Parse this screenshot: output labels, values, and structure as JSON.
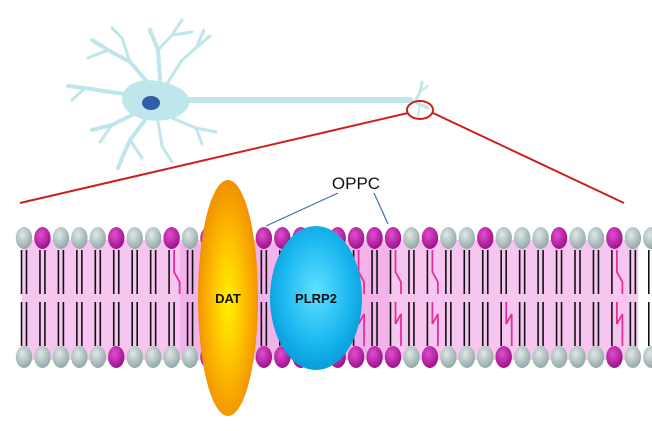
{
  "labels": {
    "oppc": "OPPC",
    "dat": "DAT",
    "plrp2": "PLRP2"
  },
  "colors": {
    "neuron": "#bfe6ec",
    "nucleus": "#2f5fa8",
    "zoom_lines": "#cc2020",
    "membrane_band": "#f6c6f0",
    "head_gray": "#9fb3b3",
    "head_magenta": "#b0159a",
    "tail_black": "#111111",
    "tail_pink": "#e0309f",
    "dat_center": "#fff200",
    "dat_edge": "#f08a00",
    "plrp2_center": "#5fe0ff",
    "plrp2_edge": "#0096d6",
    "leader_lines": "#3d6fb6"
  },
  "membrane": {
    "top_leaflet_pattern": [
      "g",
      "m",
      "g",
      "g",
      "g",
      "m",
      "g",
      "g",
      "m",
      "g",
      "m",
      "m",
      "g",
      "m",
      "m",
      "m",
      "m",
      "m",
      "m",
      "m",
      "m",
      "g",
      "m",
      "g",
      "g",
      "m",
      "g",
      "g",
      "g",
      "m",
      "g",
      "g",
      "m",
      "g",
      "g",
      "g",
      "g"
    ],
    "bottom_leaflet_pattern": [
      "g",
      "g",
      "g",
      "g",
      "g",
      "m",
      "g",
      "g",
      "g",
      "g",
      "m",
      "g",
      "g",
      "m",
      "m",
      "m",
      "m",
      "m",
      "m",
      "m",
      "m",
      "g",
      "m",
      "g",
      "g",
      "g",
      "m",
      "g",
      "g",
      "g",
      "g",
      "g",
      "m",
      "g",
      "g",
      "g",
      "g"
    ]
  }
}
